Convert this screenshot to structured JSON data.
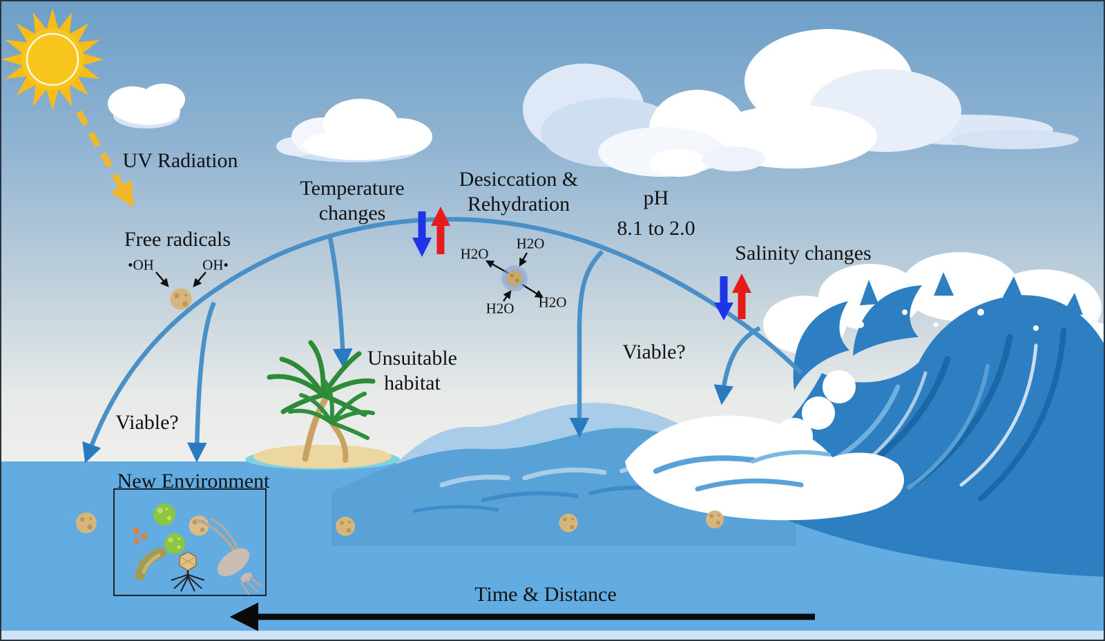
{
  "diagram": {
    "labels": {
      "uv_radiation": "UV Radiation",
      "free_radicals": "Free radicals",
      "oh_radical_left": "•OH",
      "oh_radical_right": "OH•",
      "temperature_changes": "Temperature\nchanges",
      "desiccation_rehydration": "Desiccation &\nRehydration",
      "h2o_top": "H2O",
      "h2o_left": "H2O",
      "h2o_bottom": "H2O",
      "h2o_right": "H2O",
      "ph": "pH",
      "ph_range": "8.1 to 2.0",
      "salinity_changes": "Salinity changes",
      "viable_left": "Viable?",
      "viable_right": "Viable?",
      "unsuitable_habitat": "Unsuitable\nhabitat",
      "new_environment": "New Environment",
      "time_distance": "Time & Distance"
    },
    "colors": {
      "sky_top": "#6d9fc7",
      "sky_horizon": "#efefed",
      "water": "#62ace2",
      "water_bottom_strip": "#cfe2f3",
      "trajectory_blue": "#4a90c8",
      "arrowhead_blue": "#2a7abf",
      "decrease_arrow_blue": "#1d34e8",
      "increase_arrow_red": "#e81b1b",
      "sun_yellow": "#f8c51c",
      "uv_arrow_yellow": "#f2b62b",
      "wave_blue": "#2e7ec2",
      "swell_blue": "#58a2d8",
      "swell_highlight": "#a9cce9",
      "microbe_particle_tan": "#d6b67c",
      "algae_green": "#8cc63e",
      "text_black": "#121212"
    }
  }
}
